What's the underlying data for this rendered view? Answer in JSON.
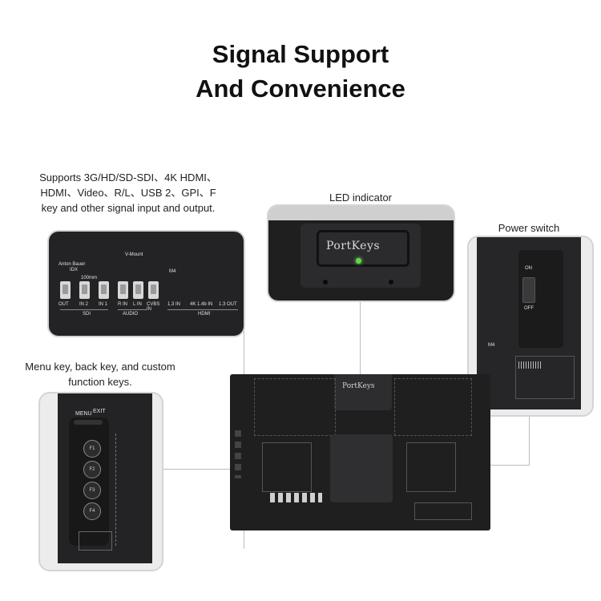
{
  "heading": {
    "line1": "Signal Support",
    "line2": "And Convenience"
  },
  "callouts": {
    "io": {
      "text": "Supports 3G/HD/SD-SDI、4K HDMI、HDMI、Video、R/L、USB 2、GPI、F key and other signal input and output.",
      "labels": {
        "vmount": "V-Mount",
        "anton": "Anton Bauer",
        "idx": "IDX",
        "size": "100mm",
        "m4": "M4",
        "ports": [
          "OUT",
          "IN 2",
          "IN 1",
          "R IN",
          "L IN",
          "CVBS IN",
          "1.3 IN",
          "4K  1.4b IN",
          "1.3 OUT"
        ],
        "groups": [
          "SDI",
          "AUDIO",
          "HDMI"
        ]
      }
    },
    "led": {
      "text": "LED indicator",
      "brand": "PortKeys"
    },
    "power": {
      "text": "Power switch",
      "on": "ON",
      "off": "OFF",
      "m4": "M4"
    },
    "keys": {
      "text": "Menu key, back key, and custom function keys.",
      "menu": "MENU",
      "exit": "EXIT",
      "fkeys": [
        "F1",
        "F2",
        "F3",
        "F4"
      ]
    }
  },
  "monitor": {
    "brand": "PortKeys"
  },
  "colors": {
    "led": "#5fd84a",
    "device": "#1f1f20",
    "panel_border": "#d4d4d4"
  }
}
